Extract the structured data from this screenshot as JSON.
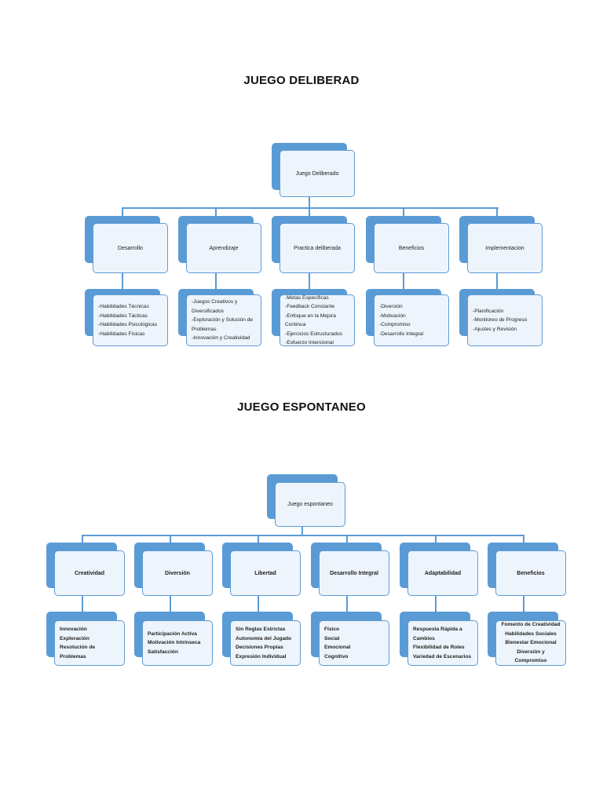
{
  "diagram1": {
    "title": "JUEGO DELIBERAD",
    "root": "Juego Deliberado",
    "branches": [
      {
        "label": "Desarrollo",
        "items": [
          "-Habilidades Técnicas",
          "-Habilidades Tácticas",
          "-Habilidades Psicológicas",
          "-Habilidades Físicas"
        ]
      },
      {
        "label": "Aprendizaje",
        "items": [
          "-Juegos Creativos y Diversificados",
          "-Exploración y Solución de Problemas",
          "-Innovación y Creatividad"
        ]
      },
      {
        "label": "Practica deliberada",
        "items": [
          "-Metas Específicas",
          "-Feedback Constante",
          "-Enfoque en la Mejora Continua",
          "-Ejercicios Estructurados",
          "-Esfuerzo Intencional"
        ]
      },
      {
        "label": "Beneficios",
        "items": [
          "-Diversión",
          "-Motivación",
          "-Compromiso",
          "-Desarrollo Integral"
        ]
      },
      {
        "label": "Implementacion",
        "items": [
          "-Planificación",
          "-Monitoreo de Progreso",
          "-Ajustes y Revisión"
        ]
      }
    ]
  },
  "diagram2": {
    "title": "JUEGO ESPONTANEO",
    "root": "Juego espontaneo",
    "branches": [
      {
        "label": "Creatividad",
        "items": [
          "Innovación",
          "Exploración",
          "Resolución de Problemas"
        ]
      },
      {
        "label": "Diversión",
        "items": [
          "Participación Activa",
          "Motivación Intrínseca",
          "Satisfacción"
        ]
      },
      {
        "label": "Libertad",
        "items": [
          "Sin Reglas Estrictas",
          "Autonomía del Jugado",
          "Decisiones Propias",
          "Expresión Individual"
        ]
      },
      {
        "label": "Desarrollo Integral",
        "items": [
          "Físico",
          "Social",
          "Emocional",
          "Cognitivo"
        ]
      },
      {
        "label": "Adaptabilidad",
        "items": [
          "Respuesta Rápida a Cambios",
          "Flexibilidad de Roles",
          "Variedad de Escenarios"
        ]
      },
      {
        "label": "Beneficios",
        "items": [
          "Fomento de Creatividad",
          "Habilidades Sociales",
          "Bienestar Emocional",
          "Diversión y Compromiso"
        ]
      }
    ]
  }
}
